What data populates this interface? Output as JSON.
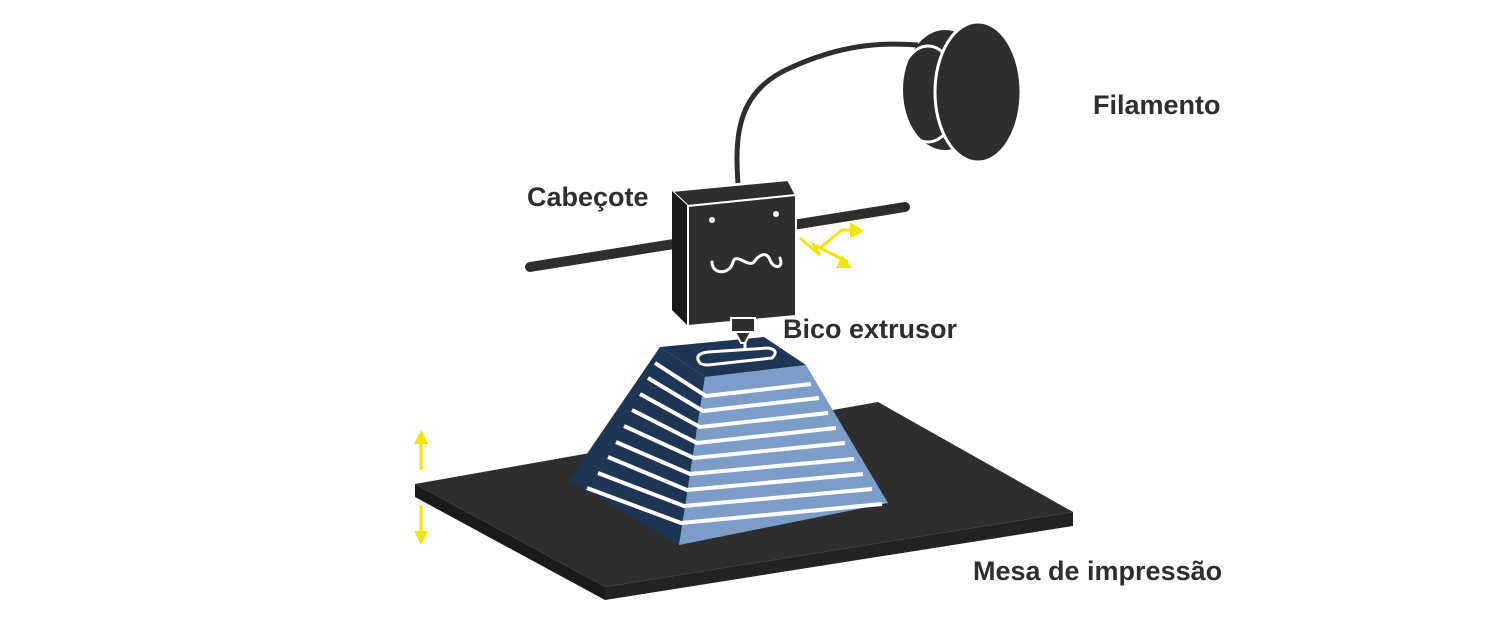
{
  "labels": {
    "filament": "Filamento",
    "head": "Cabeçote",
    "nozzle": "Bico extrusor",
    "bed": "Mesa de impressão"
  },
  "colors": {
    "dark": "#2e2e2e",
    "navy": "#1f3556",
    "light_blue": "#7d9cc8",
    "accent_yellow": "#f2e500",
    "background": "#ffffff"
  }
}
